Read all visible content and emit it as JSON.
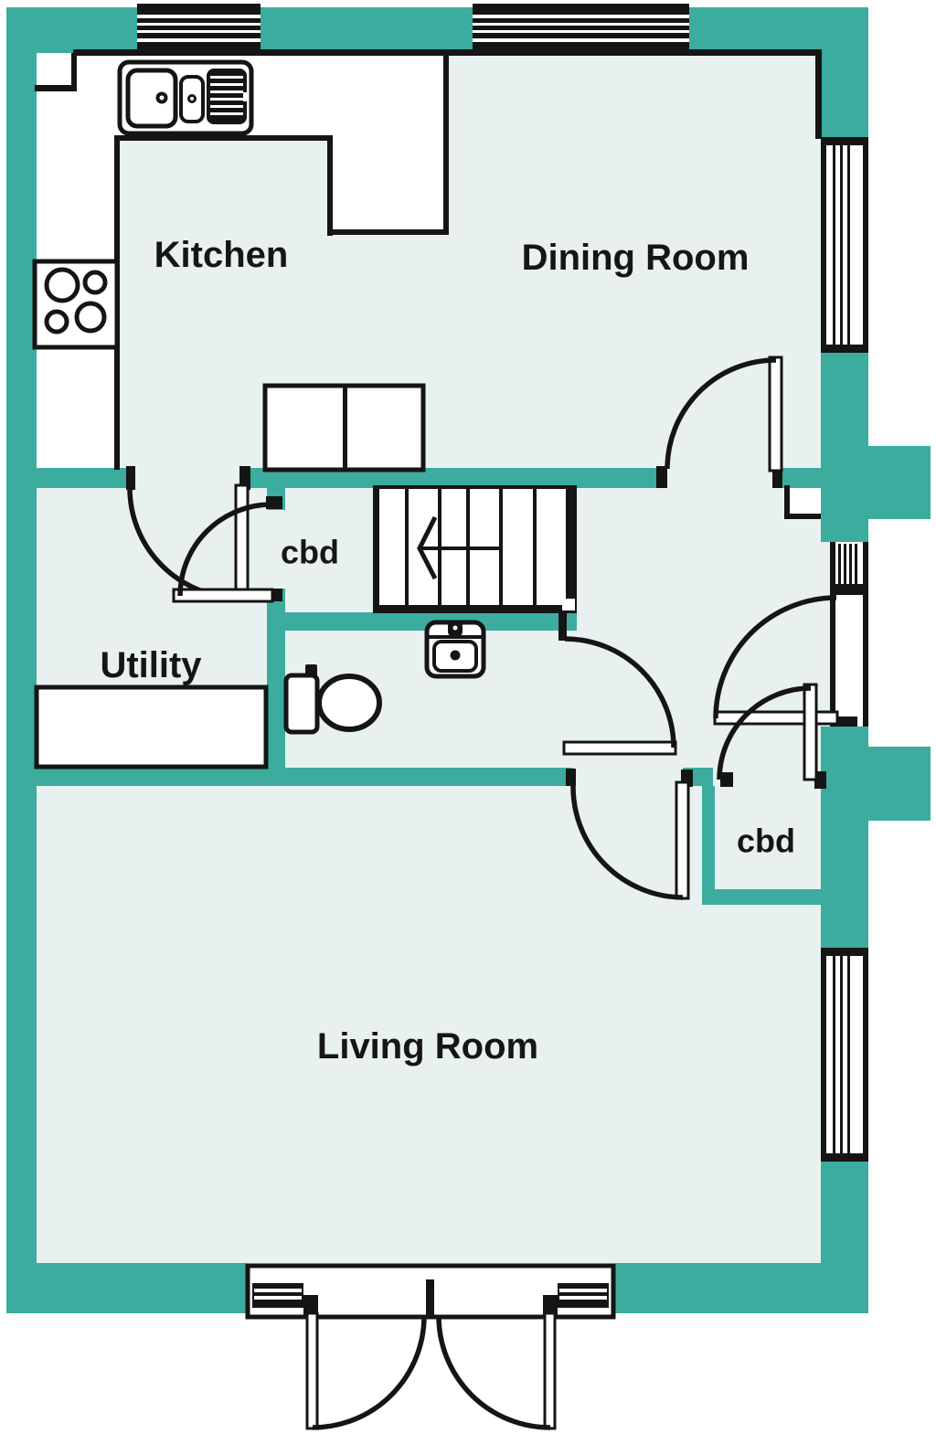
{
  "colors": {
    "wall_teal": "#3BAC9E",
    "room_mint": "#E9F1F0",
    "line_black": "#151515",
    "fixture_white": "#FFFFFF",
    "label_text": "#161616"
  },
  "rooms": {
    "kitchen": {
      "label": "Kitchen"
    },
    "dining_room": {
      "label": "Dining Room"
    },
    "utility": {
      "label": "Utility"
    },
    "living_room": {
      "label": "Living Room"
    },
    "hall_cupboard": {
      "label": "cbd"
    },
    "rear_cupboard": {
      "label": "cbd"
    }
  },
  "fixtures": [
    "kitchen-sink-icon",
    "hob-icon",
    "worktop",
    "kitchen-unit",
    "staircase-up",
    "stairs-direction-arrow",
    "toilet-icon",
    "wash-basin-icon",
    "utility-worktop",
    "window",
    "door-swing",
    "french-doors"
  ]
}
